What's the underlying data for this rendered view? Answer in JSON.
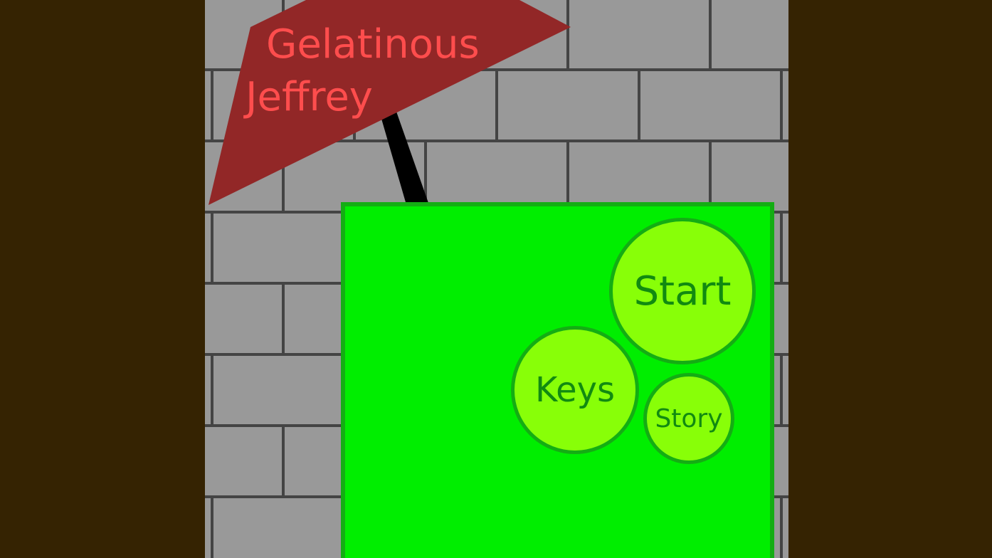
{
  "title": {
    "line1": "Gelatinous",
    "line2": "Jeffrey"
  },
  "menu": {
    "start_label": "Start",
    "keys_label": "Keys",
    "story_label": "Story"
  },
  "colors": {
    "background": "#352302",
    "wall": "#999999",
    "mortar": "#444444",
    "slime": "#00ee00",
    "slime_border": "#14ad14",
    "button_fill": "#88ff08",
    "button_text": "#118a11",
    "flag": "#922727",
    "flag_text": "#ff4d4d",
    "pole": "#000000"
  }
}
